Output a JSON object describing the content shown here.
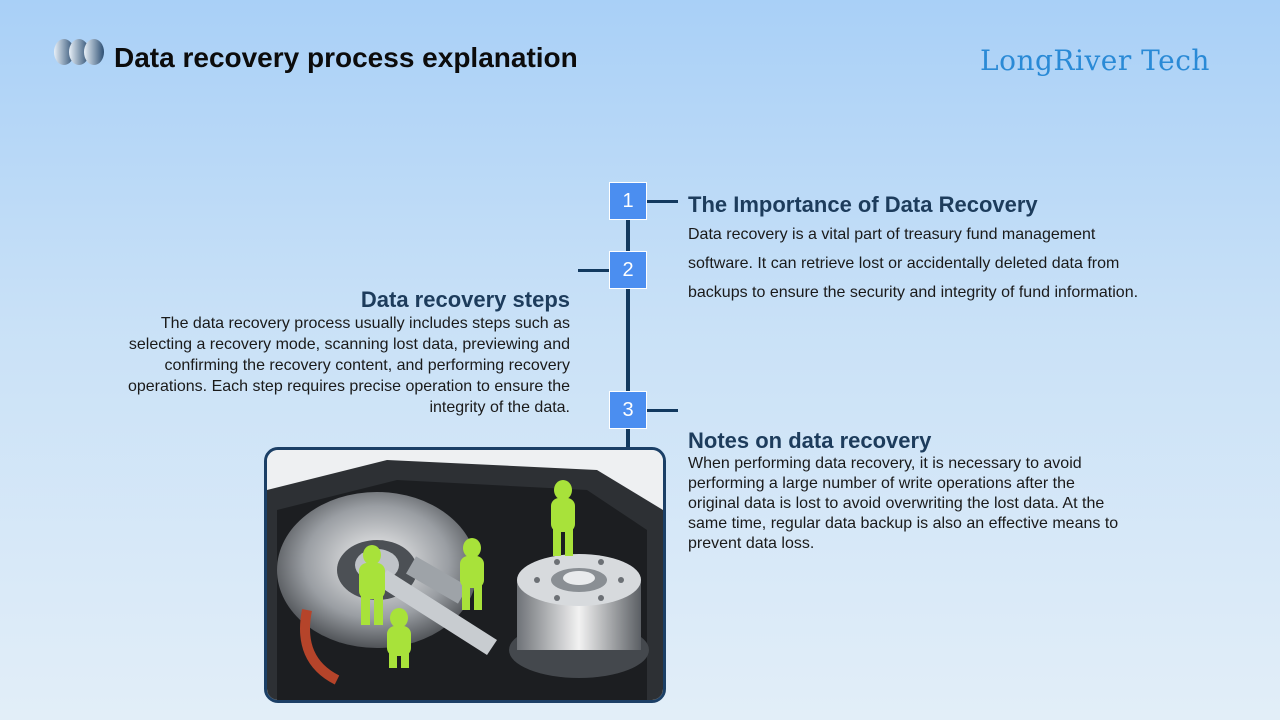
{
  "header": {
    "title": "Data recovery process explanation",
    "brand": "LongRiver Tech"
  },
  "steps": [
    {
      "number": "1",
      "title": "The Importance of Data Recovery",
      "body": "Data recovery is a vital part of treasury fund management software. It can retrieve lost or accidentally deleted data from backups to ensure the security and integrity of fund information."
    },
    {
      "number": "2",
      "title": "Data recovery steps",
      "body": "The data recovery process usually includes steps such as selecting a recovery mode, scanning lost data, previewing and confirming the recovery content, and performing recovery operations. Each step requires precise operation to ensure the integrity of the data."
    },
    {
      "number": "3",
      "title": "Notes on data recovery",
      "body": "When performing data recovery, it is necessary to avoid performing a large number of write operations after the original data is lost to avoid overwriting the lost data. At the same time, regular data backup is also an effective means to prevent data loss."
    }
  ],
  "colors": {
    "accent": "#4b8ef0",
    "line": "#12395f",
    "brand": "#2a8ad6",
    "title": "#1d3c5c"
  },
  "image": {
    "icon": "hard-drive-recovery-image"
  }
}
